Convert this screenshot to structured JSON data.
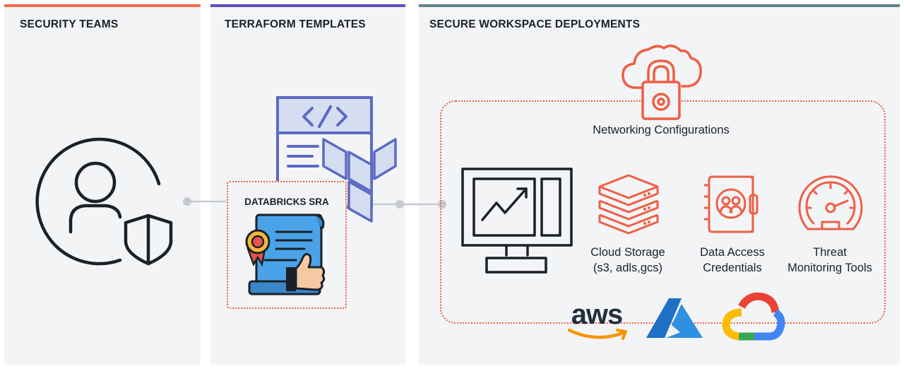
{
  "columns": [
    {
      "title": "SECURITY TEAMS",
      "accent": "#ef6b4a"
    },
    {
      "title": "TERRAFORM TEMPLATES",
      "accent": "#5b4fb8"
    },
    {
      "title": "SECURE WORKSPACE DEPLOYMENTS",
      "accent": "#5f7f8a"
    }
  ],
  "sra_title": "DATABRICKS SRA",
  "networking_label": "Networking Configurations",
  "components": [
    {
      "line1": "Cloud Storage",
      "line2": "(s3, adls,gcs)"
    },
    {
      "line1": "Data Access",
      "line2": "Credentials"
    },
    {
      "line1": "Threat",
      "line2": "Monitoring Tools"
    }
  ],
  "cloud_logos": {
    "aws_text": "aws",
    "providers": [
      "aws-logo",
      "azure-logo",
      "google-cloud-logo"
    ]
  },
  "colors": {
    "dark": "#1b2128",
    "orange": "#ee5f45",
    "terraform": "#5c6ac4",
    "terraform_light": "#d5ddf0"
  }
}
